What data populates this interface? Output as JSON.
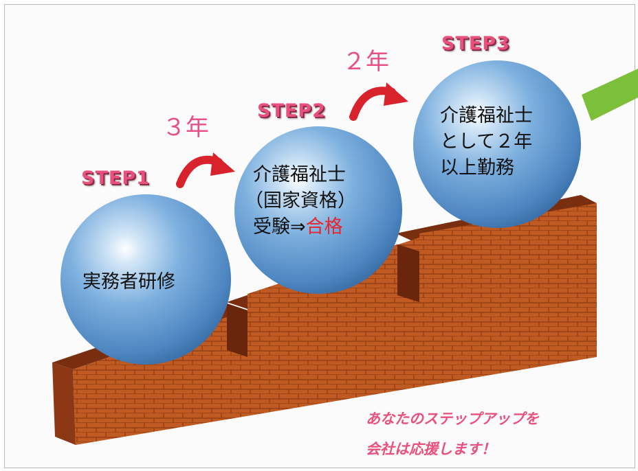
{
  "steps": [
    {
      "label": "STEP1",
      "text_lines": [
        "実務者研修"
      ]
    },
    {
      "label": "STEP2",
      "text_lines": [
        "介護福祉士",
        "（国家資格）"
      ],
      "line3_prefix": "受験⇒",
      "line3_highlight": "合格"
    },
    {
      "label": "STEP3",
      "text_lines": [
        "介護福祉士",
        "として２年",
        "以上勤務"
      ]
    }
  ],
  "transitions": [
    "３年",
    "２年"
  ],
  "message": [
    "あなたのステップアップを",
    "会社は応援します！"
  ],
  "colors": {
    "step_label": "#e8507e",
    "arrow": "#d9232c",
    "pass_highlight": "#e8242c",
    "ball": "#6fa3d4",
    "brick": "#b5521f",
    "accent_bar": "#7cbf3a"
  }
}
